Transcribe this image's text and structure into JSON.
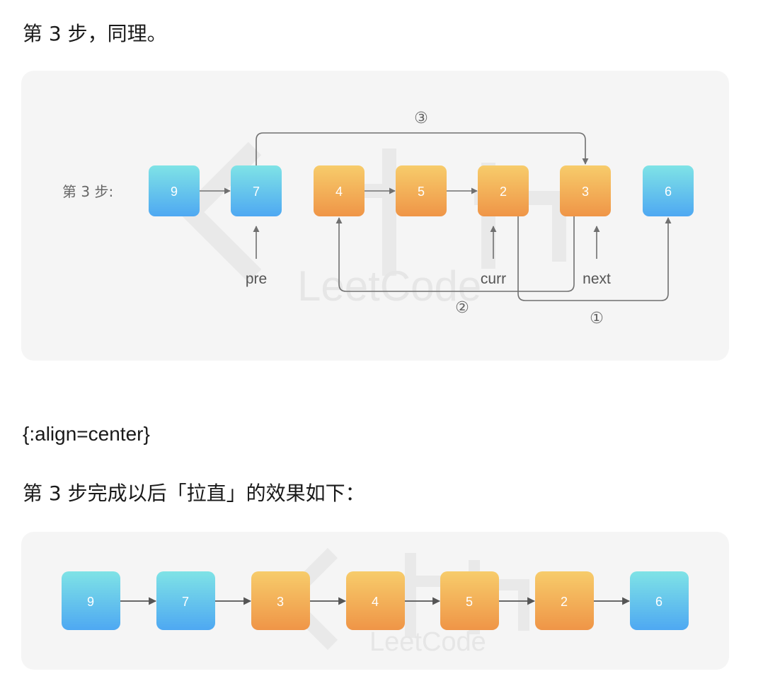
{
  "paragraphs": {
    "step3_intro": "第 3 步，同理。",
    "align_marker": "{:align=center}",
    "straighten_intro": "第 3 步完成以后「拉直」的效果如下："
  },
  "diagram1": {
    "step_label": "第 3 步:",
    "nodes": [
      {
        "value": "9",
        "color": "blue"
      },
      {
        "value": "7",
        "color": "blue"
      },
      {
        "value": "4",
        "color": "orange"
      },
      {
        "value": "5",
        "color": "orange"
      },
      {
        "value": "2",
        "color": "orange"
      },
      {
        "value": "3",
        "color": "orange"
      },
      {
        "value": "6",
        "color": "blue"
      }
    ],
    "pointers": {
      "pre": "pre",
      "curr": "curr",
      "next": "next"
    },
    "step_markers": {
      "one": "①",
      "two": "②",
      "three": "③"
    },
    "watermark": "LeetCode"
  },
  "diagram2": {
    "nodes": [
      {
        "value": "9",
        "color": "blue"
      },
      {
        "value": "7",
        "color": "blue"
      },
      {
        "value": "3",
        "color": "orange"
      },
      {
        "value": "4",
        "color": "orange"
      },
      {
        "value": "5",
        "color": "orange"
      },
      {
        "value": "2",
        "color": "orange"
      },
      {
        "value": "6",
        "color": "blue"
      }
    ],
    "watermark": "LeetCode"
  },
  "colors": {
    "blue_top": "#7fe3e6",
    "blue_bottom": "#4ea8f2",
    "orange_top": "#f7cc6b",
    "orange_bottom": "#ef9547",
    "arrow": "#707070",
    "panel": "#f5f5f5"
  }
}
